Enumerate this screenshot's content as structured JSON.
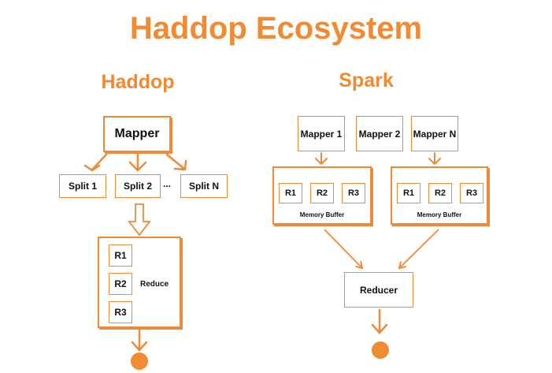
{
  "title": "Haddop Ecosystem",
  "hadoop": {
    "heading": "Haddop",
    "mapper": "Mapper",
    "splits": [
      "Split 1",
      "Split 2",
      "Split N"
    ],
    "ellipsis": "...",
    "reduce_items": [
      "R1",
      "R2",
      "R3"
    ],
    "reduce_label": "Reduce"
  },
  "spark": {
    "heading": "Spark",
    "mappers": [
      "Mapper 1",
      "Mapper 2",
      "Mapper N"
    ],
    "buffer_left": {
      "items": [
        "R1",
        "R2",
        "R3"
      ],
      "label": "Memory Buffer"
    },
    "buffer_right": {
      "items": [
        "R1",
        "R2",
        "R3"
      ],
      "label": "Memory Buffer"
    },
    "reducer": "Reducer"
  },
  "colors": {
    "accent": "#f08a33",
    "stroke": "#ee8a3a",
    "text": "#111111"
  }
}
